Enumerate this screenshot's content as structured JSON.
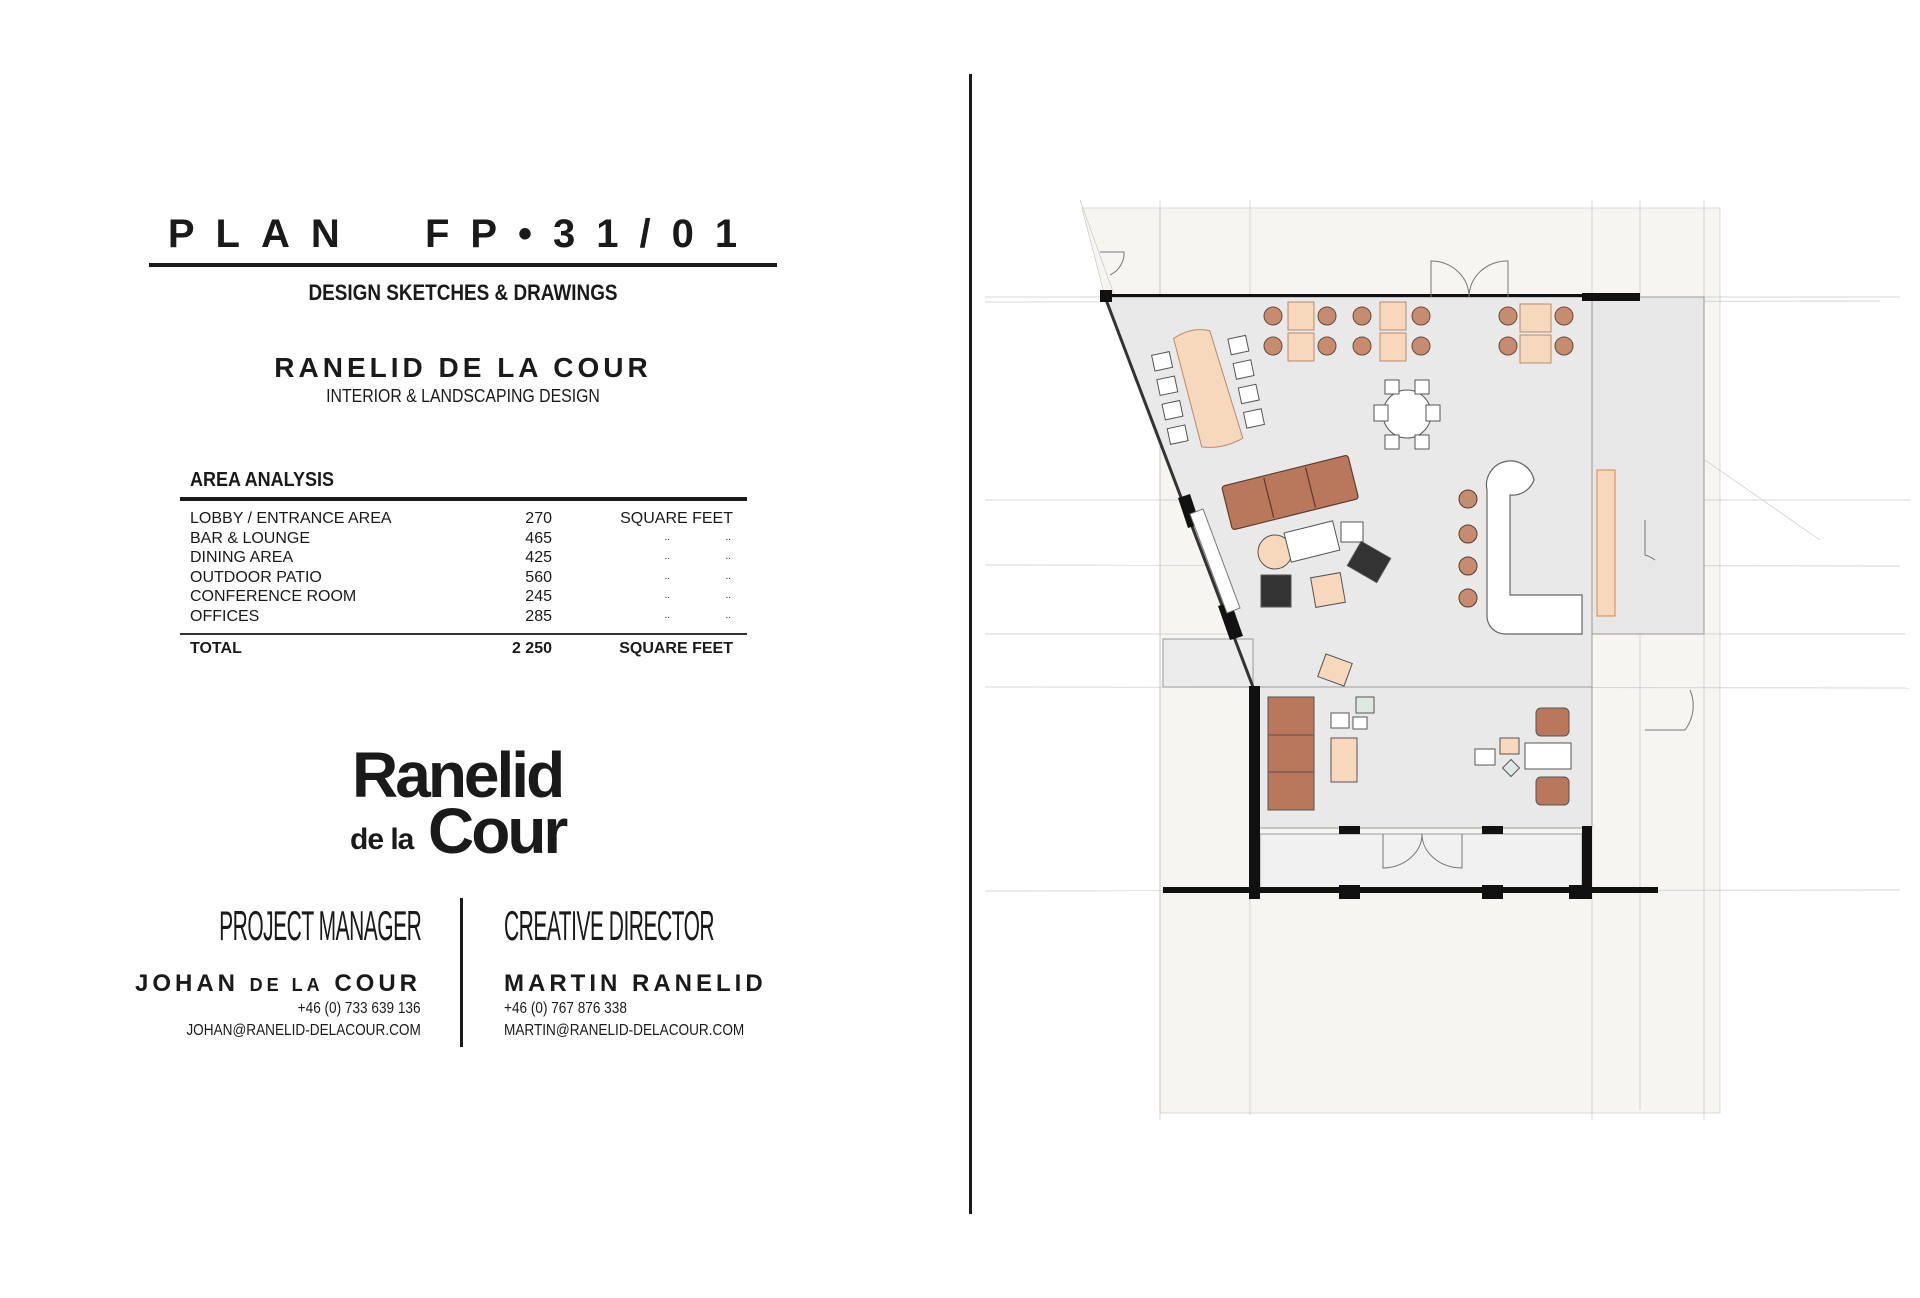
{
  "header": {
    "plan_title": "PLAN  FP•31/01",
    "subtitle": "DESIGN SKETCHES & DRAWINGS",
    "firm_name": "RANELID DE LA COUR",
    "firm_tagline": "INTERIOR & LANDSCAPING DESIGN"
  },
  "area_analysis": {
    "heading": "AREA ANALYSIS",
    "unit_label": "SQUARE  FEET",
    "ditto": "..",
    "rows": [
      {
        "label": "LOBBY / ENTRANCE AREA",
        "value": "270"
      },
      {
        "label": "BAR & LOUNGE",
        "value": "465"
      },
      {
        "label": "DINING AREA",
        "value": "425"
      },
      {
        "label": "OUTDOOR PATIO",
        "value": "560"
      },
      {
        "label": "CONFERENCE ROOM",
        "value": "245"
      },
      {
        "label": "OFFICES",
        "value": "285"
      }
    ],
    "total": {
      "label": "TOTAL",
      "value": "2 250",
      "unit": "SQUARE  FEET"
    }
  },
  "logo": {
    "line1": "Ranelid",
    "line2_small": "de la",
    "line2_large": "Cour"
  },
  "contacts": [
    {
      "role": "PROJECT MANAGER",
      "name_a": "JOHAN ",
      "name_b": "DE LA",
      "name_c": " COUR",
      "phone": "+46 (0) 733 639 136",
      "email": "JOHAN@RANELID-DELACOUR.COM"
    },
    {
      "role": "CREATIVE DIRECTOR",
      "name": "MARTIN RANELID",
      "phone": "+46 (0) 767 876 338",
      "email": "MARTIN@RANELID-DELACOUR.COM"
    }
  ],
  "colors": {
    "ink": "#1a1a1a",
    "floor": "#e9e9e9",
    "paper": "#f5f4f1",
    "leather": "#b9785c",
    "wood": "#f6d2b4"
  }
}
